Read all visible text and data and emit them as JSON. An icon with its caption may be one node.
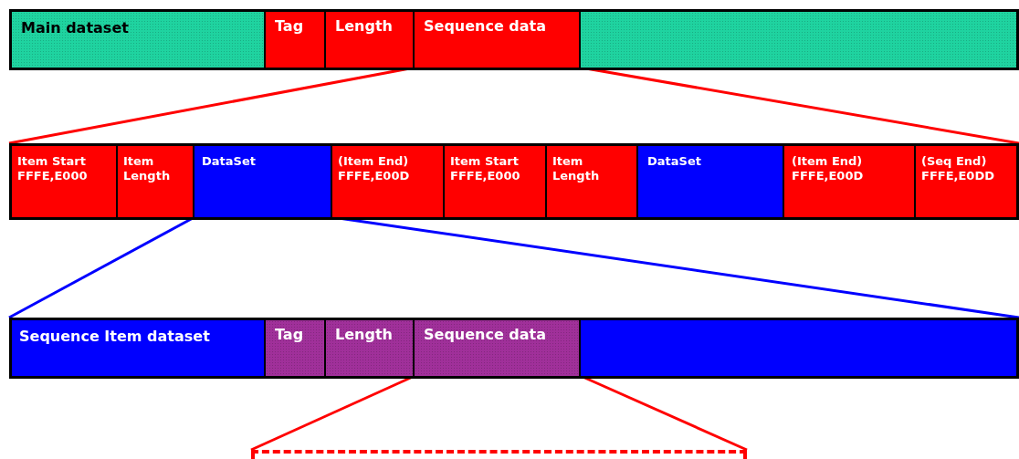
{
  "diagram": {
    "nodes": [
      {
        "text": [
          "Main dataset"
        ]
      },
      {
        "text": [
          "Tag"
        ],
        "in": 0
      },
      {
        "text": [
          "Length"
        ],
        "in": 0
      },
      {
        "text": [
          "Sequence data"
        ],
        "in": 0
      },
      {
        "text": [],
        "shape": "bar"
      },
      {
        "text": [
          "Item Start",
          "FFFE,E000"
        ],
        "in": 4
      },
      {
        "text": [
          "Item Length"
        ],
        "in": 4
      },
      {
        "text": [
          "DataSet"
        ],
        "in": 4
      },
      {
        "text": [
          "(Item End)",
          "FFFE,E00D"
        ],
        "in": 4
      },
      {
        "text": [
          "Item Start",
          "FFFE,E000"
        ],
        "in": 4
      },
      {
        "text": [
          "Item Length"
        ],
        "in": 4
      },
      {
        "text": [
          "DataSet"
        ],
        "in": 4
      },
      {
        "text": [
          "(Item End)",
          "FFFE,E00D"
        ],
        "in": 4
      },
      {
        "text": [
          "(Seq End)",
          "FFFE,E0DD"
        ],
        "in": 4
      },
      {
        "text": [
          "Sequence Item dataset"
        ]
      },
      {
        "text": [
          "Tag"
        ],
        "in": 14
      },
      {
        "text": [
          "Length"
        ],
        "in": 14
      },
      {
        "text": [
          "Sequence data"
        ],
        "in": 14
      },
      {
        "text": [],
        "shape": "bar"
      }
    ],
    "edges": [
      {
        "from": 3,
        "to": 4,
        "arrow": "none"
      },
      {
        "from": 3,
        "to": 4,
        "arrow": "none"
      },
      {
        "from": 7,
        "to": 14,
        "arrow": "none",
        "color": "#0000ff"
      },
      {
        "from": 7,
        "to": 14,
        "arrow": "none",
        "color": "#0000ff"
      },
      {
        "from": 17,
        "to": 18,
        "arrow": "none"
      },
      {
        "from": 17,
        "to": 18,
        "arrow": "none"
      }
    ]
  }
}
